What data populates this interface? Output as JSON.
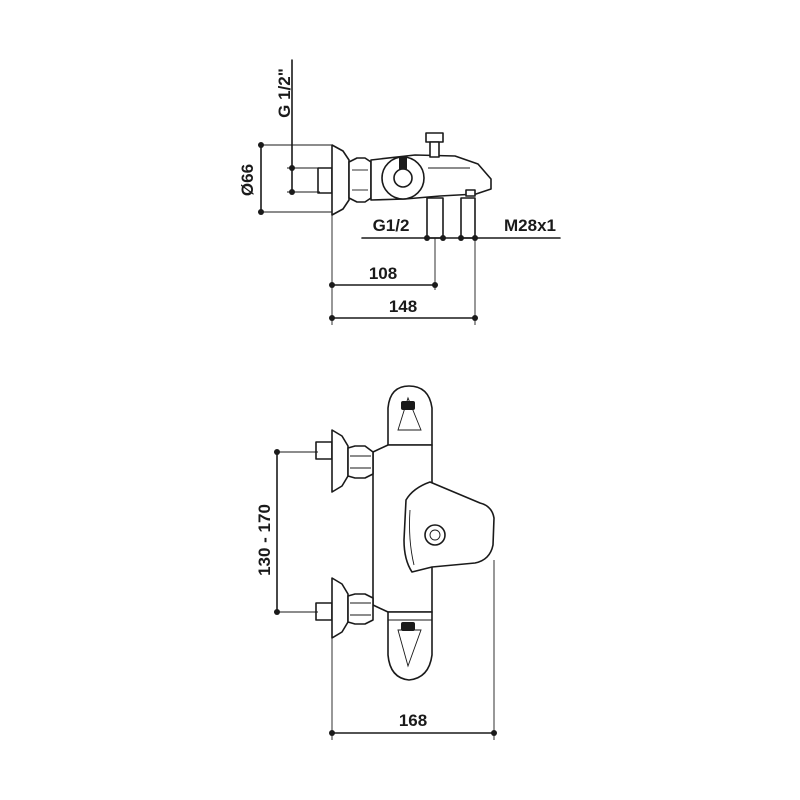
{
  "top_view": {
    "thread_label": "G 1/2\"",
    "diameter_label": "Ø66",
    "inlet_label": "G1/2",
    "outlet_label": "M28x1",
    "depth_short_label": "108",
    "depth_long_label": "148"
  },
  "front_view": {
    "spacing_label": "130 - 170",
    "width_label": "168"
  }
}
